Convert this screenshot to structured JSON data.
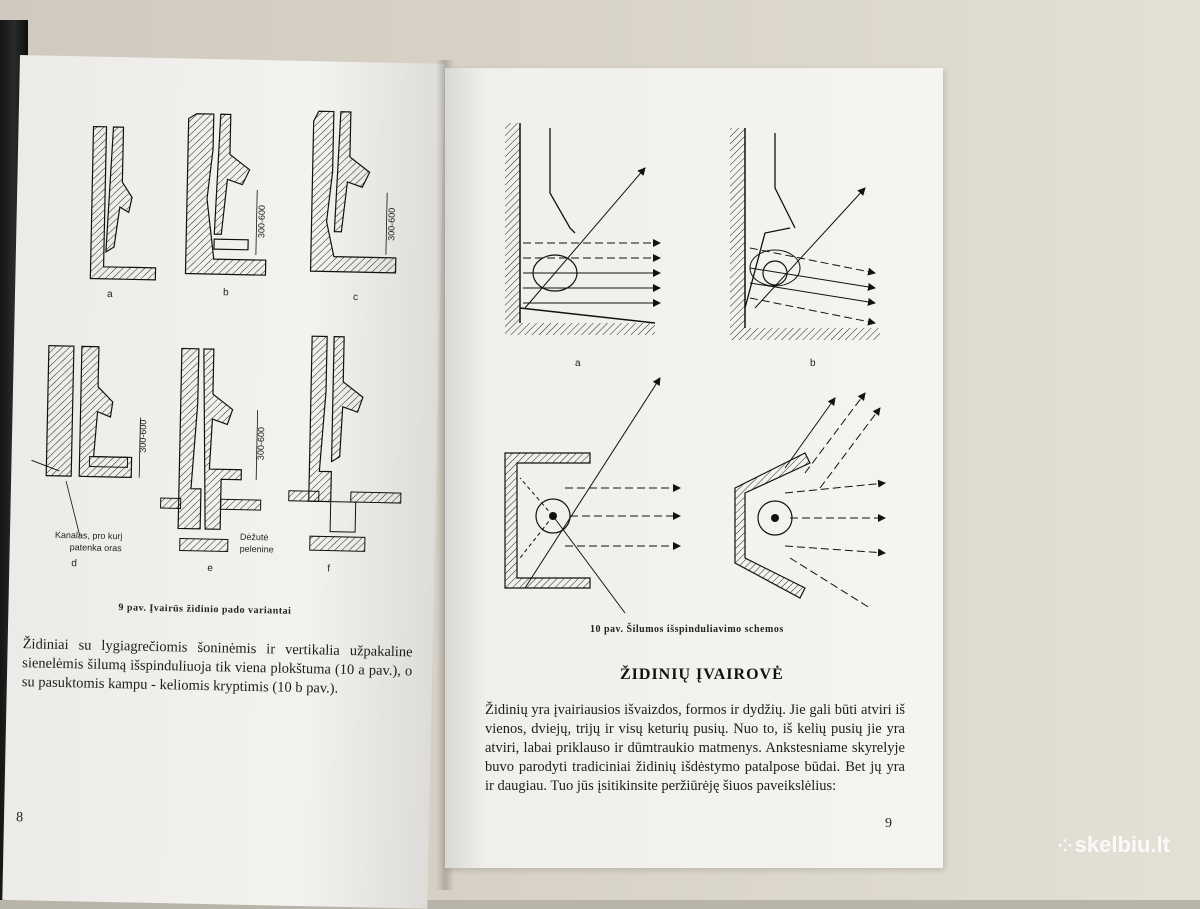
{
  "left_page": {
    "figure_labels": [
      "a",
      "b",
      "c",
      "d",
      "e",
      "f"
    ],
    "dimension_label": "300-600",
    "callouts": {
      "air_channel": [
        "Kanalas, pro kurį",
        "patenka oras"
      ],
      "ash_box": [
        "Dėžutė",
        "pelenine"
      ]
    },
    "caption": "9 pav. Įvairūs židinio pado variantai",
    "paragraph": "Židiniai su lygiagrečiomis šoninėmis ir vertikalia užpakaline sienelėmis šilumą išspinduliuoja tik viena plokštuma (10 a pav.), o su pasuktomis kampu - keliomis kryptimis (10 b pav.).",
    "page_number": "8"
  },
  "right_page": {
    "figure_labels": [
      "a",
      "b"
    ],
    "caption": "10 pav. Šilumos išspinduliavimo schemos",
    "heading": "ŽIDINIŲ ĮVAIROVĖ",
    "paragraph": "Židinių yra įvairiausios išvaizdos, formos ir dydžių. Jie gali būti atviri iš vienos, dviejų, trijų ir visų keturių pusių. Nuo to, iš kelių pusių jie yra atviri, labai priklauso ir dūmtraukio matmenys. Ankstesniame skyrelyje buvo parodyti tradiciniai židinių išdėstymo patalpose būdai. Bet jų yra ir daugiau. Tuo jūs įsitikinsite peržiūrėję šiuos paveikslėlius:",
    "page_number": "9"
  },
  "watermark": "skelbiu.lt"
}
